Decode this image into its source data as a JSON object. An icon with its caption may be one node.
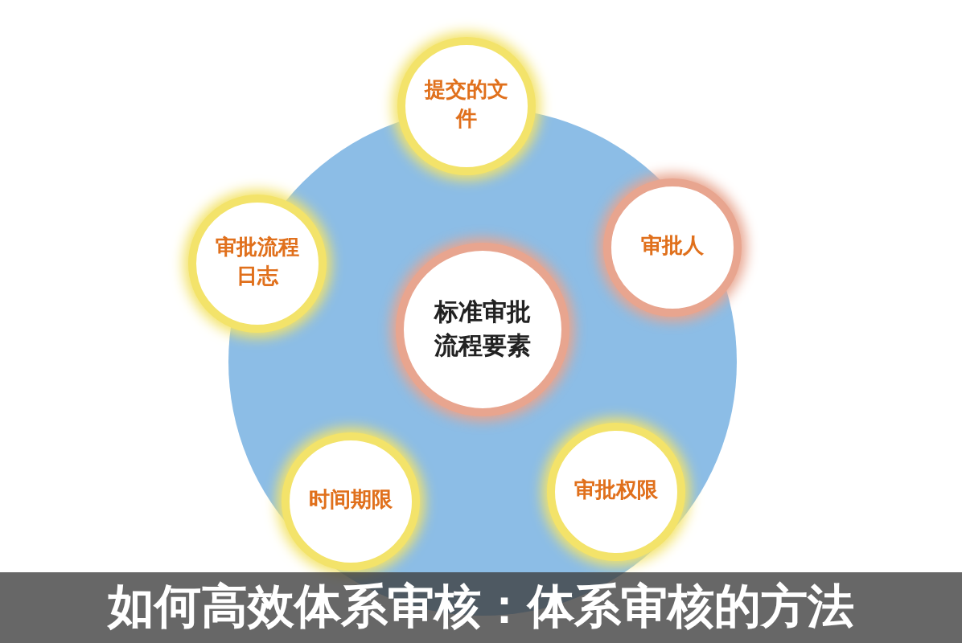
{
  "diagram": {
    "title": "如何高效体系审核：体系审核的方法",
    "nodes": [
      {
        "text": [
          "标准审批流程要素"
        ]
      },
      {
        "text": [
          "提交的文件"
        ]
      },
      {
        "text": [
          "审批人"
        ]
      },
      {
        "text": [
          "审批权限"
        ]
      },
      {
        "text": [
          "时间期限"
        ]
      },
      {
        "text": [
          "审批流程日志"
        ]
      }
    ]
  }
}
